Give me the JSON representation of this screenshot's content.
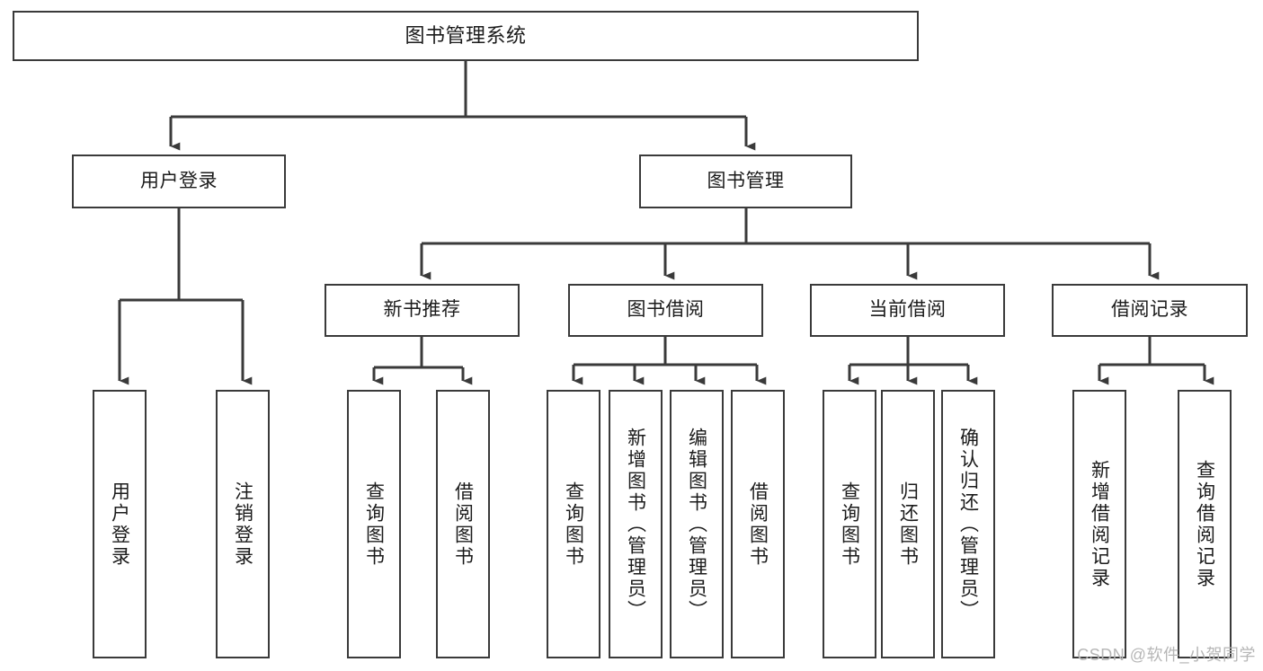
{
  "diagram": {
    "title": "图书管理系统",
    "type": "tree",
    "watermark": "CSDN @软件_小贺同学",
    "colors": {
      "box_border": "#3a3a3a",
      "box_fill": "#ffffff",
      "line": "#3a3a3a",
      "text": "#1b1b1b",
      "watermark": "#b6b6b6"
    },
    "nodes": {
      "root": {
        "label": "图书管理系统"
      },
      "level2": [
        {
          "label": "用户登录"
        },
        {
          "label": "图书管理"
        }
      ],
      "level3": [
        {
          "label": "新书推荐"
        },
        {
          "label": "图书借阅"
        },
        {
          "label": "当前借阅"
        },
        {
          "label": "借阅记录"
        }
      ],
      "leaves": {
        "user_login": [
          {
            "label": "用户登录"
          },
          {
            "label": "注销登录"
          }
        ],
        "new_book_recommend": [
          {
            "label": "查询图书"
          },
          {
            "label": "借阅图书"
          }
        ],
        "book_borrow": [
          {
            "label": "查询图书"
          },
          {
            "label": "新增图书（管理员）"
          },
          {
            "label": "编辑图书（管理员）"
          },
          {
            "label": "借阅图书"
          }
        ],
        "current_borrow": [
          {
            "label": "查询图书"
          },
          {
            "label": "归还图书"
          },
          {
            "label": "确认归还（管理员）"
          }
        ],
        "borrow_record": [
          {
            "label": "新增借阅记录"
          },
          {
            "label": "查询借阅记录"
          }
        ]
      }
    }
  }
}
